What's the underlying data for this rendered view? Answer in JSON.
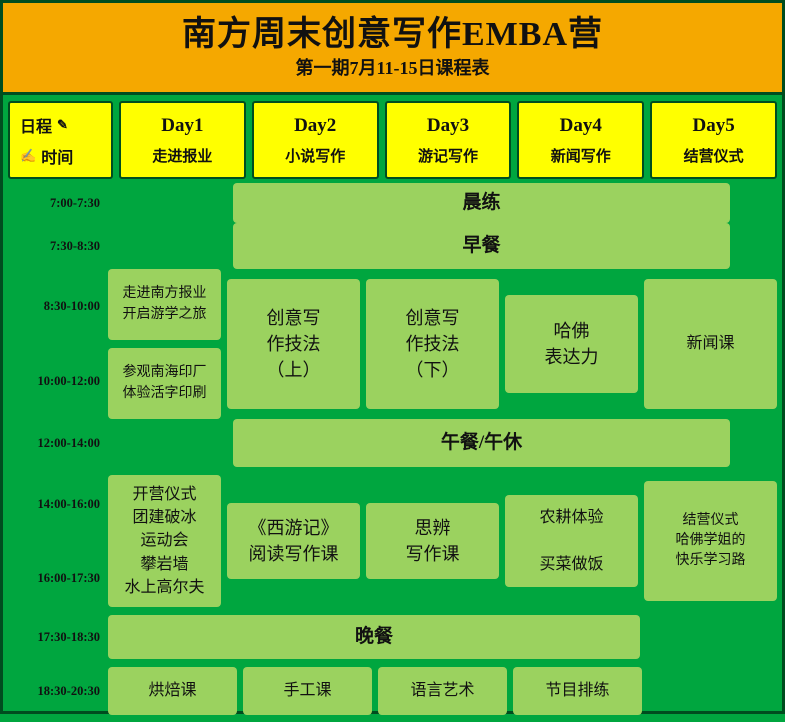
{
  "header": {
    "title": "南方周末创意写作EMBA营",
    "subtitle": "第一期7月11-15日课程表"
  },
  "corner": {
    "label_top": "日程",
    "label_bottom": "时间",
    "icon_top": "pen-icon",
    "icon_bottom": "pencil-icon"
  },
  "days": [
    {
      "title": "Day1",
      "sub": "走进报业"
    },
    {
      "title": "Day2",
      "sub": "小说写作"
    },
    {
      "title": "Day3",
      "sub": "游记写作"
    },
    {
      "title": "Day4",
      "sub": "新闻写作"
    },
    {
      "title": "Day5",
      "sub": "结营仪式"
    }
  ],
  "times": [
    "7:00-7:30",
    "7:30-8:30",
    "8:30-10:00",
    "10:00-12:00",
    "12:00-14:00",
    "14:00-16:00",
    "16:00-17:30",
    "17:30-18:30",
    "18:30-20:30"
  ],
  "rows": {
    "morning_exercise": "晨练",
    "breakfast": "早餐",
    "lunch": "午餐/午休",
    "dinner": "晚餐"
  },
  "cells": {
    "d1_0830": "走进南方报业\n开启游学之旅",
    "d1_1000": "参观南海印厂\n体验活字印刷",
    "d2_am": "创意写\n作技法\n（上）",
    "d3_am": "创意写\n作技法\n（下）",
    "d4_am": "哈佛\n表达力",
    "d5_am": "新闻课",
    "d1_pm": "开营仪式\n团建破冰\n运动会\n攀岩墙\n水上高尔夫",
    "d2_pm": "《西游记》\n阅读写作课",
    "d3_pm": "思辨\n写作课",
    "d4_pm": "农耕体验\n\n买菜做饭",
    "d5_pm": "结营仪式\n哈佛学姐的\n快乐学习路",
    "d1_eve": "烘焙课",
    "d2_eve": "手工课",
    "d3_eve": "语言艺术",
    "d4_eve": "节目排练"
  },
  "colors": {
    "header_bg": "#f5a800",
    "page_bg": "#00a63f",
    "day_bg": "#ffff00",
    "cell_bg": "#9bd25f",
    "border": "#004d1f"
  }
}
